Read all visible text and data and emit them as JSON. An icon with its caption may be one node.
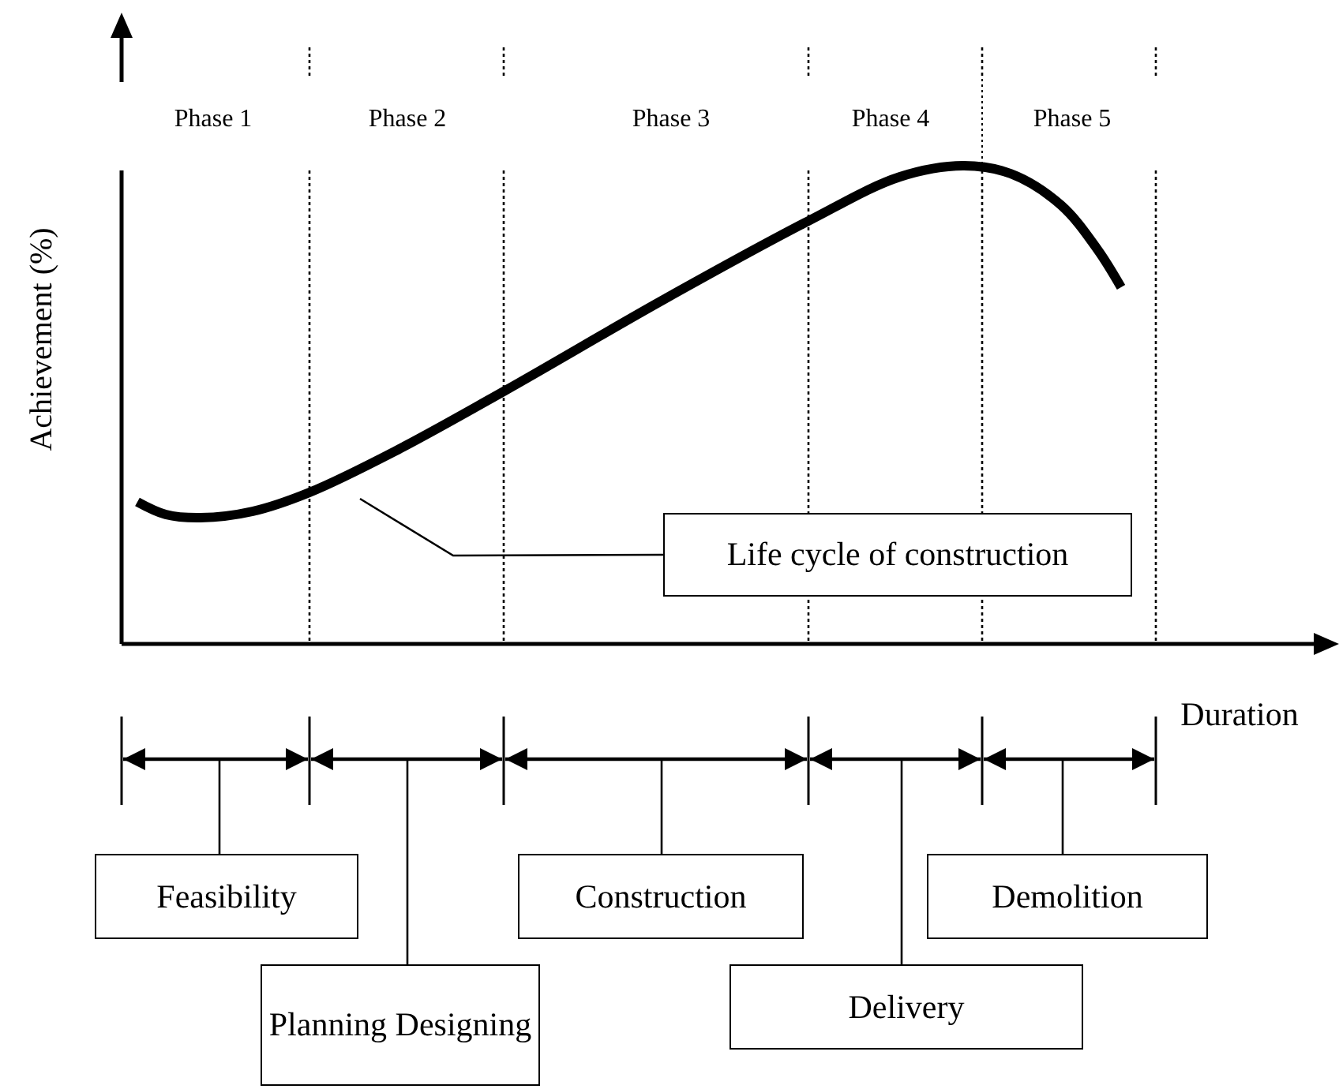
{
  "diagram": {
    "nodes": [
      {
        "text": [
          "Life cycle of construction"
        ]
      },
      {
        "text": [
          "Feasibility"
        ]
      },
      {
        "text": [
          "Construction"
        ]
      },
      {
        "text": [
          "Demolition"
        ]
      },
      {
        "text": [
          "Planning Designing"
        ]
      },
      {
        "text": [
          "Delivery"
        ]
      }
    ],
    "edges": [
      {
        "from": 0,
        "to": null,
        "arrow": "none"
      },
      {
        "from": 1,
        "to": null,
        "arrow": "none"
      },
      {
        "from": 2,
        "to": null,
        "arrow": "none"
      },
      {
        "from": 3,
        "to": null,
        "arrow": "none"
      },
      {
        "from": 4,
        "to": null,
        "arrow": "none"
      },
      {
        "from": 5,
        "to": null,
        "arrow": "none"
      }
    ],
    "labels": [
      "Achievement (%)",
      "Phase 1",
      "Phase 2",
      "Phase 3",
      "Phase 4",
      "Phase 5",
      "Duration"
    ]
  }
}
